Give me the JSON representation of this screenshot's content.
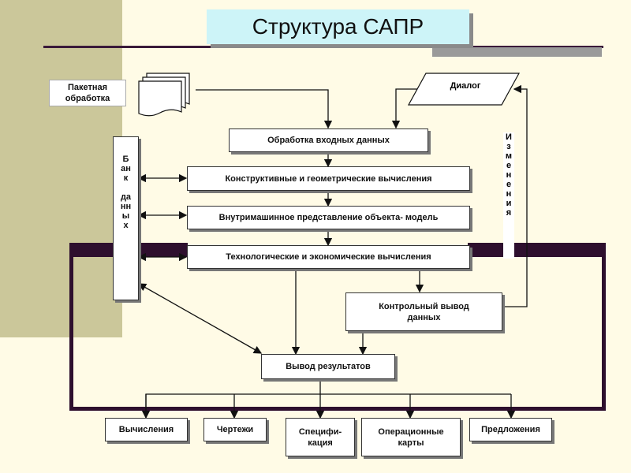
{
  "title": "Структура САПР",
  "nodes": {
    "batch": "Пакетная обработка",
    "dialog": "Диалог",
    "input": "Обработка входных данных",
    "geom": "Конструктивные и геометрические вычисления",
    "internal": "Внутримашинное представление объекта- модель",
    "tech": "Технологические и экономические вычисления",
    "control": "Контрольный вывод данных",
    "output": "Вывод результатов",
    "calc": "Вычисления",
    "drawings": "Чертежи",
    "spec": "Специфи-кация",
    "opcards": "Операционные карты",
    "proposals": "Предложения"
  },
  "databank_letters": [
    "Б",
    "ан",
    "к",
    "",
    "да",
    "нн",
    "ы",
    "х"
  ],
  "changes_letters": [
    "И",
    "з",
    "м",
    "е",
    "н",
    "е",
    "н",
    "и",
    "я"
  ],
  "colors": {
    "left_panel": "#cbc79a",
    "frame": "#2e0f2e",
    "title_bg": "#cdf4f8",
    "background": "#fffbe6"
  }
}
